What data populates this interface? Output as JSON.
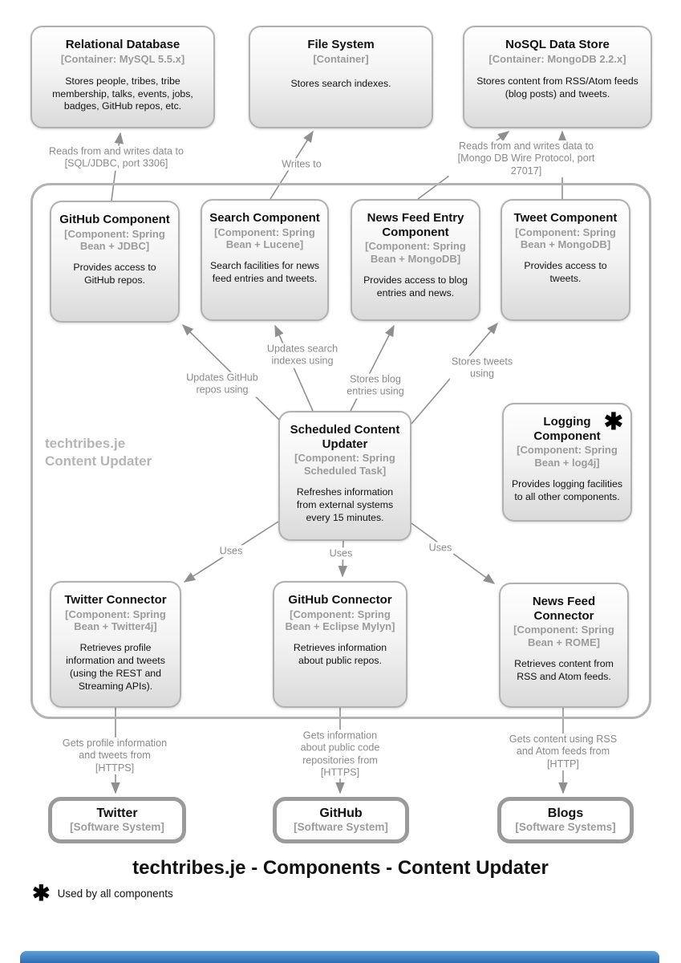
{
  "title": "techtribes.je - Components - Content Updater",
  "legend": {
    "symbol": "✱",
    "text": "Used by all components"
  },
  "boundary": {
    "label": "techtribes.je\nContent Updater"
  },
  "colors": {
    "box_border": "#b1b1b1",
    "box_gradient_bottom": "#dadada",
    "line": "#8f8f8f",
    "label_text": "#8a8a8a",
    "accent_bar": "#3b7fc0"
  },
  "containers": [
    {
      "name": "Relational Database",
      "meta": "[Container: MySQL 5.5.x]",
      "description": "Stores people, tribes, tribe membership, talks, events, jobs, badges, GitHub repos, etc."
    },
    {
      "name": "File System",
      "meta": "[Container]",
      "description": "Stores search indexes."
    },
    {
      "name": "NoSQL Data Store",
      "meta": "[Container: MongoDB 2.2.x]",
      "description": "Stores content from RSS/Atom feeds (blog posts) and tweets."
    }
  ],
  "components": [
    {
      "name": "GitHub Component",
      "meta": "[Component: Spring Bean + JDBC]",
      "description": "Provides access to GitHub repos."
    },
    {
      "name": "Search Component",
      "meta": "[Component: Spring Bean + Lucene]",
      "description": "Search facilities for news feed entries and tweets."
    },
    {
      "name": "News Feed Entry Component",
      "meta": "[Component: Spring Bean + MongoDB]",
      "description": "Provides access to blog entries and news."
    },
    {
      "name": "Tweet Component",
      "meta": "[Component: Spring Bean + MongoDB]",
      "description": "Provides access to tweets."
    },
    {
      "name": "Scheduled Content Updater",
      "meta": "[Component: Spring Scheduled Task]",
      "description": "Refreshes information from external systems every 15 minutes."
    },
    {
      "name": "Logging Component",
      "meta": "[Component: Spring Bean + log4j]",
      "description": "Provides logging facilities to all other components.",
      "badge": "✱"
    },
    {
      "name": "Twitter Connector",
      "meta": "[Component: Spring Bean + Twitter4j]",
      "description": "Retrieves profile information and tweets (using the REST and Streaming APIs)."
    },
    {
      "name": "GitHub Connector",
      "meta": "[Component: Spring Bean + Eclipse Mylyn]",
      "description": "Retrieves information about public repos."
    },
    {
      "name": "News Feed Connector",
      "meta": "[Component: Spring Bean + ROME]",
      "description": "Retrieves content from RSS and Atom feeds."
    }
  ],
  "systems": [
    {
      "name": "Twitter",
      "meta": "[Software System]"
    },
    {
      "name": "GitHub",
      "meta": "[Software System]"
    },
    {
      "name": "Blogs",
      "meta": "[Software Systems]"
    }
  ],
  "relationships": [
    {
      "label": "Reads from and writes data to\n[SQL/JDBC, port 3306]"
    },
    {
      "label": "Writes to"
    },
    {
      "label": "Reads from and writes data to\n[Mongo DB Wire Protocol, port 27017]"
    },
    {
      "label": "Updates GitHub\nrepos using"
    },
    {
      "label": "Updates search\nindexes using"
    },
    {
      "label": "Stores blog\nentries using"
    },
    {
      "label": "Stores tweets\nusing"
    },
    {
      "label": "Uses"
    },
    {
      "label": "Uses"
    },
    {
      "label": "Uses"
    },
    {
      "label": "Gets profile information\nand tweets from\n[HTTPS]"
    },
    {
      "label": "Gets information\nabout public code\nrepositories from\n[HTTPS]"
    },
    {
      "label": "Gets content using RSS\nand Atom feeds from\n[HTTP]"
    }
  ]
}
